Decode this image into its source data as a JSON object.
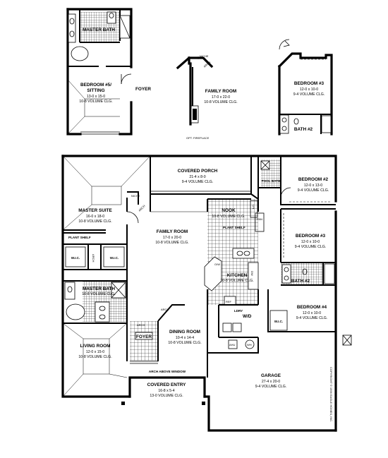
{
  "rooms": {
    "master_bath_alt": {
      "name": "MASTER BATH"
    },
    "bedroom5": {
      "name": "BEDROOM #5/",
      "name2": "SITTING",
      "dims": "13-0 x 15-0",
      "ceiling": "10-8 VOLUME CLG."
    },
    "foyer_alt": {
      "name": "FOYER"
    },
    "family_alt": {
      "name": "FAMILY ROOM",
      "dims": "17-0 x 22-0",
      "ceiling": "10-8 VOLUME CLG."
    },
    "bedroom3_alt": {
      "name": "BEDROOM #3",
      "dims": "12-0 x 10-0",
      "ceiling": "9-4 VOLUME CLG."
    },
    "bath2_alt": {
      "name": "BATH #2"
    },
    "covered_porch": {
      "name": "COVERED PORCH",
      "dims": "21-4 x 8-0",
      "ceiling": "9-4 VOLUME CLG."
    },
    "master_suite": {
      "name": "MASTER SUITE",
      "dims": "16-0 x 18-0",
      "ceiling": "10-8 VOLUME CLG."
    },
    "family_room": {
      "name": "FAMILY ROOM",
      "dims": "17-0 x 20-0",
      "ceiling": "10-8 VOLUME CLG."
    },
    "nook": {
      "name": "NOOK",
      "ceiling": "10-8 VOLUME CLG."
    },
    "kitchen": {
      "name": "KITCHEN",
      "ceiling": "10-8 VOLUME CLG."
    },
    "bedroom2": {
      "name": "BEDROOM #2",
      "dims": "12-0 x 13-0",
      "ceiling": "9-4 VOLUME CLG."
    },
    "bedroom3": {
      "name": "BEDROOM #3",
      "dims": "12-0 x 10-0",
      "ceiling": "9-4 VOLUME CLG."
    },
    "bath2": {
      "name": "BATH #2"
    },
    "bedroom4": {
      "name": "BEDROOM #4",
      "dims": "12-0 x 10-0",
      "ceiling": "9-4 VOLUME CLG."
    },
    "master_bath": {
      "name": "MASTER BATH",
      "ceiling": "10-8 VOLUME CLG."
    },
    "living_room": {
      "name": "LIVING ROOM",
      "dims": "12-0 x 15-0",
      "ceiling": "10-8 VOLUME CLG."
    },
    "foyer": {
      "name": "FOYER"
    },
    "dining_room": {
      "name": "DINING ROOM",
      "dims": "10-4 x 14-4",
      "ceiling": "10-8 VOLUME CLG."
    },
    "laundry": {
      "name": "LDRY"
    },
    "garage": {
      "name": "GARAGE",
      "dims": "27-4 x 20-0",
      "ceiling": "9-4 VOLUME CLG."
    },
    "covered_entry": {
      "name": "COVERED ENTRY",
      "dims": "16-8 x 5-4",
      "ceiling": "13-0 VOLUME CLG."
    }
  },
  "labels": {
    "opt_fireplace": "OPT. FIREPLACE",
    "arch_above_window": "ARCH ABOVE WINDOW",
    "plant_shelf": "PLANT SHELF",
    "plant_shelf_2": "PLANT SHELF",
    "wic1": "W.I.C.",
    "wic2": "W.I.C.",
    "wic3": "W.I.C.",
    "arch1": "ARCH",
    "arch2": "ARCH",
    "arch3": "ARCH",
    "arch4": "ARCH",
    "arch5": "ARCH",
    "niche": "NICHE",
    "niche2": "NICHE",
    "pool_bath": "POOL BATH",
    "linen": "LIN.",
    "pantry": "PAN",
    "ref": "REF",
    "wh": "WH",
    "ahu": "AHU",
    "wd": "W/D",
    "ow": "O/W",
    "dw": "DW",
    "copyright": "COPYRIGHT © 1996 EAGLE HOMES, INC."
  }
}
